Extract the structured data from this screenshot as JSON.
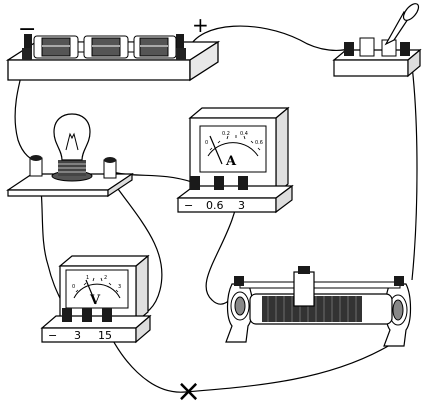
{
  "battery": {
    "neg_label": "−",
    "pos_label": "+"
  },
  "ammeter": {
    "unit": "A",
    "terminals": [
      "−",
      "0.6",
      "3"
    ],
    "scale": [
      "0",
      "0.2",
      "0.4",
      "0.6"
    ]
  },
  "voltmeter": {
    "unit": "V",
    "terminals": [
      "−",
      "3",
      "15"
    ],
    "scale": [
      "0",
      "1",
      "2",
      "3"
    ]
  },
  "wire_fault_mark": "×",
  "colors": {
    "line": "#000000",
    "body": "#ffffff",
    "shade": "#9a9a9a",
    "dark": "#1a1a1a"
  }
}
